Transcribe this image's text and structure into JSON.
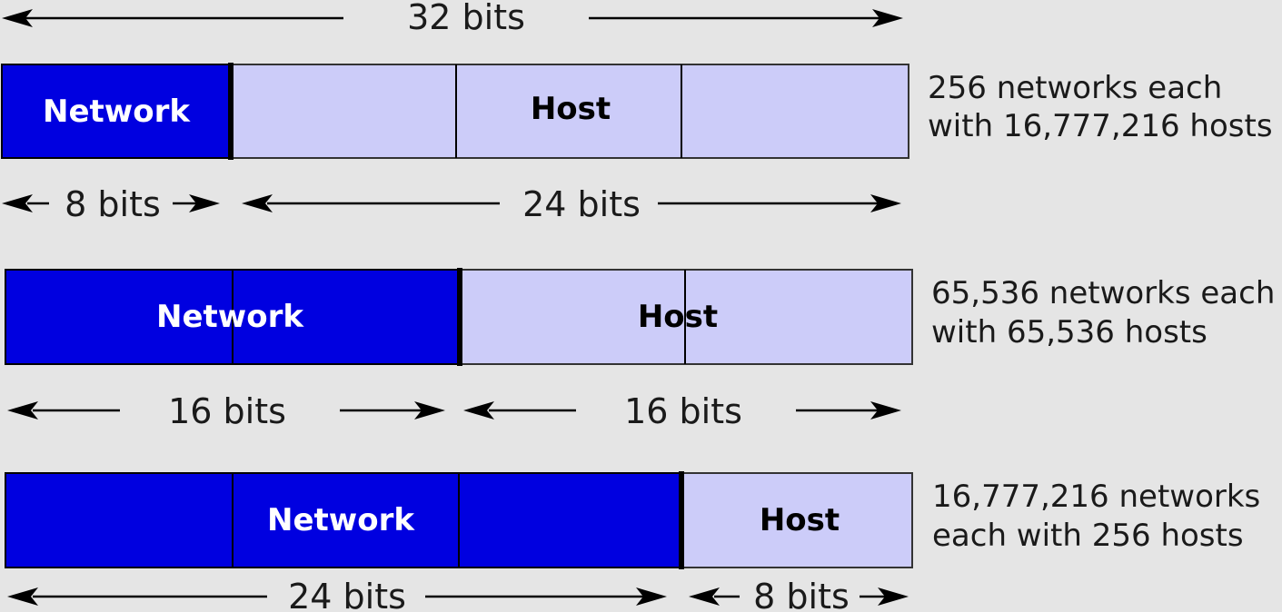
{
  "colors": {
    "network_fill": "#0000e0",
    "host_fill": "#ccccf9",
    "network_text": "#ffffff",
    "host_text": "#000000",
    "background": "#e5e5e5"
  },
  "top": {
    "label": "32 bits"
  },
  "rows": [
    {
      "network_bytes": 1,
      "network_label": "Network",
      "host_label": "Host",
      "caption_lines": [
        "256 networks each",
        "with 16,777,216 hosts"
      ],
      "network_bits_label": "8 bits",
      "host_bits_label": "24 bits"
    },
    {
      "network_bytes": 2,
      "network_label": "Network",
      "host_label": "Host",
      "caption_lines": [
        "65,536 networks each",
        "with 65,536 hosts"
      ],
      "network_bits_label": "16 bits",
      "host_bits_label": "16 bits"
    },
    {
      "network_bytes": 3,
      "network_label": "Network",
      "host_label": "Host",
      "caption_lines": [
        "16,777,216 networks",
        "each with 256 hosts"
      ],
      "network_bits_label": "24 bits",
      "host_bits_label": "8 bits"
    }
  ]
}
